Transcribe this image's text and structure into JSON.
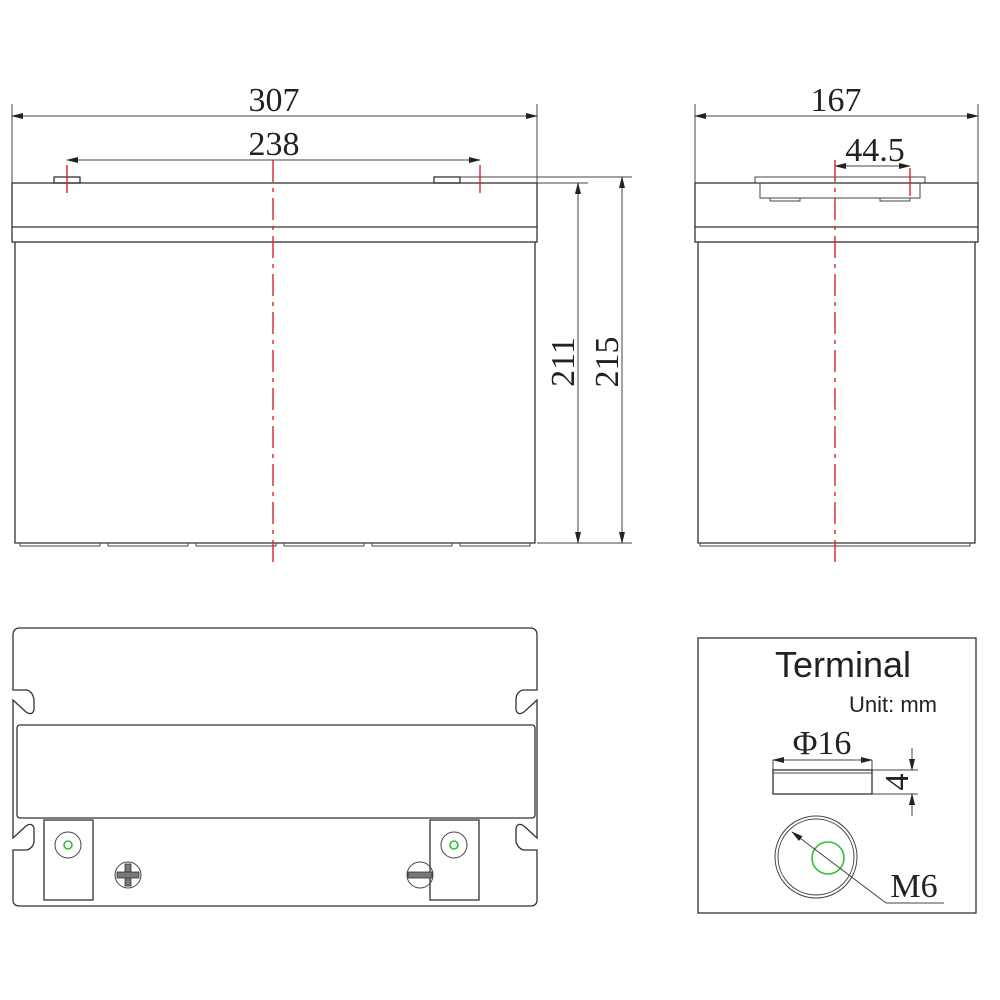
{
  "front_view": {
    "width_dim": "307",
    "terminal_spacing_dim": "238",
    "height_dim_case": "211",
    "height_dim_total": "215"
  },
  "side_view": {
    "depth_dim": "167",
    "terminal_offset_dim": "44.5"
  },
  "top_view": {
    "positive_symbol": "plus",
    "negative_symbol": "minus"
  },
  "terminal_detail": {
    "title": "Terminal",
    "unit": "Unit: mm",
    "diameter_dim": "Φ16",
    "height_dim": "4",
    "thread_label": "M6"
  },
  "colors": {
    "centerline": "#d8232a",
    "terminal_hole": "#2fbf3a",
    "outline": "#333333"
  }
}
